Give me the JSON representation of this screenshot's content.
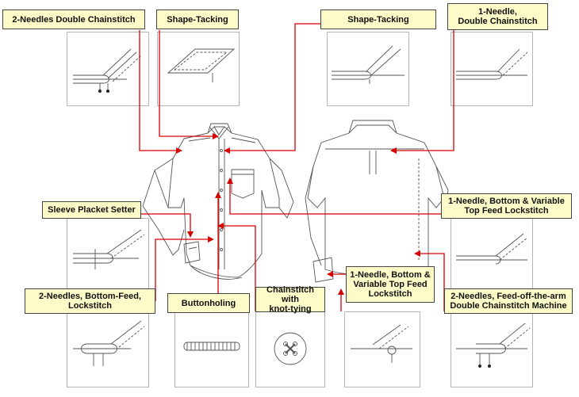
{
  "labels": {
    "two_needles_double_chainstitch": "2-Needles Double Chainstitch",
    "shape_tacking_1": "Shape-Tacking",
    "shape_tacking_2": "Shape-Tacking",
    "one_needle_double_chainstitch": "1-Needle,\nDouble Chainstitch",
    "sleeve_placket_setter": "Sleeve Placket Setter",
    "one_needle_bottom_variable_top_feed_lockstitch": "1-Needle, Bottom & Variable\nTop Feed Lockstitch",
    "two_needles_bottom_feed_lockstitch": "2-Needles, Bottom-Feed,\nLockstitch",
    "buttonholing": "Buttonholing",
    "chainstitch_with_knot_tying": "Chainstitch with\nknot-tying",
    "one_needle_bottom_variable_top_feed_lockstitch_2": "1-Needle, Bottom &\nVariable Top Feed\nLockstitch",
    "two_needles_feed_off_the_arm": "2-Needles, Feed-off-the-arm\nDouble Chainstitch Machine"
  },
  "colors": {
    "label_fill": "#fdfcc9",
    "leader_line": "#d50000",
    "drawing_line": "#555555"
  },
  "icons": [
    "shirt-front-drawing",
    "shirt-back-drawing",
    "stitch-diagram"
  ]
}
